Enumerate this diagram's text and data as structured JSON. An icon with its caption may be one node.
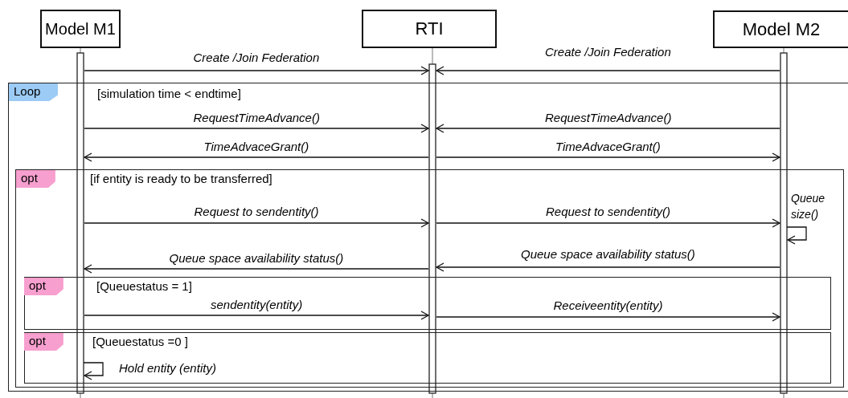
{
  "diagram": {
    "nodes": [
      {
        "text": [
          "Model M1"
        ]
      },
      {
        "text": [
          "RTI"
        ]
      },
      {
        "text": [
          "Model M2"
        ]
      },
      {
        "text": [
          "Loop",
          "[simulation time < endtime]"
        ]
      },
      {
        "text": [
          "opt",
          "[if entity is ready to be transferred]"
        ],
        "in": 3
      },
      {
        "text": [
          "opt",
          "[Queuestatus = 1]"
        ],
        "in": 4
      },
      {
        "text": [
          "opt",
          "[Queuestatus =0 ]"
        ],
        "in": 4
      }
    ],
    "edges": [
      {
        "from": 0,
        "to": 1,
        "arrow": "to",
        "label": "Create /Join Federation"
      },
      {
        "from": 2,
        "to": 1,
        "arrow": "to",
        "label": "Create /Join Federation"
      },
      {
        "from": 0,
        "to": 1,
        "arrow": "to",
        "label": "RequestTimeAdvance()"
      },
      {
        "from": 2,
        "to": 1,
        "arrow": "to",
        "label": "RequestTimeAdvance()"
      },
      {
        "from": 1,
        "to": 0,
        "arrow": "to",
        "label": "TimeAdvaceGrant()"
      },
      {
        "from": 1,
        "to": 2,
        "arrow": "to",
        "label": "TimeAdvaceGrant()"
      },
      {
        "from": 0,
        "to": 1,
        "arrow": "to",
        "label": "Request to sendentity()"
      },
      {
        "from": 1,
        "to": 2,
        "arrow": "to",
        "label": "Request to sendentity()"
      },
      {
        "from": 2,
        "to": 2,
        "arrow": "to",
        "label": "Queue size()"
      },
      {
        "from": 1,
        "to": 0,
        "arrow": "to",
        "label": "Queue space availability status()"
      },
      {
        "from": 2,
        "to": 1,
        "arrow": "to",
        "label": "Queue space availability status()"
      },
      {
        "from": 0,
        "to": 1,
        "arrow": "to",
        "label": "sendentity(entity)"
      },
      {
        "from": 1,
        "to": 2,
        "arrow": "to",
        "label": "Receiveentity(entity)"
      },
      {
        "from": 0,
        "to": 0,
        "arrow": "to",
        "label": "Hold entity (entity)"
      }
    ]
  }
}
